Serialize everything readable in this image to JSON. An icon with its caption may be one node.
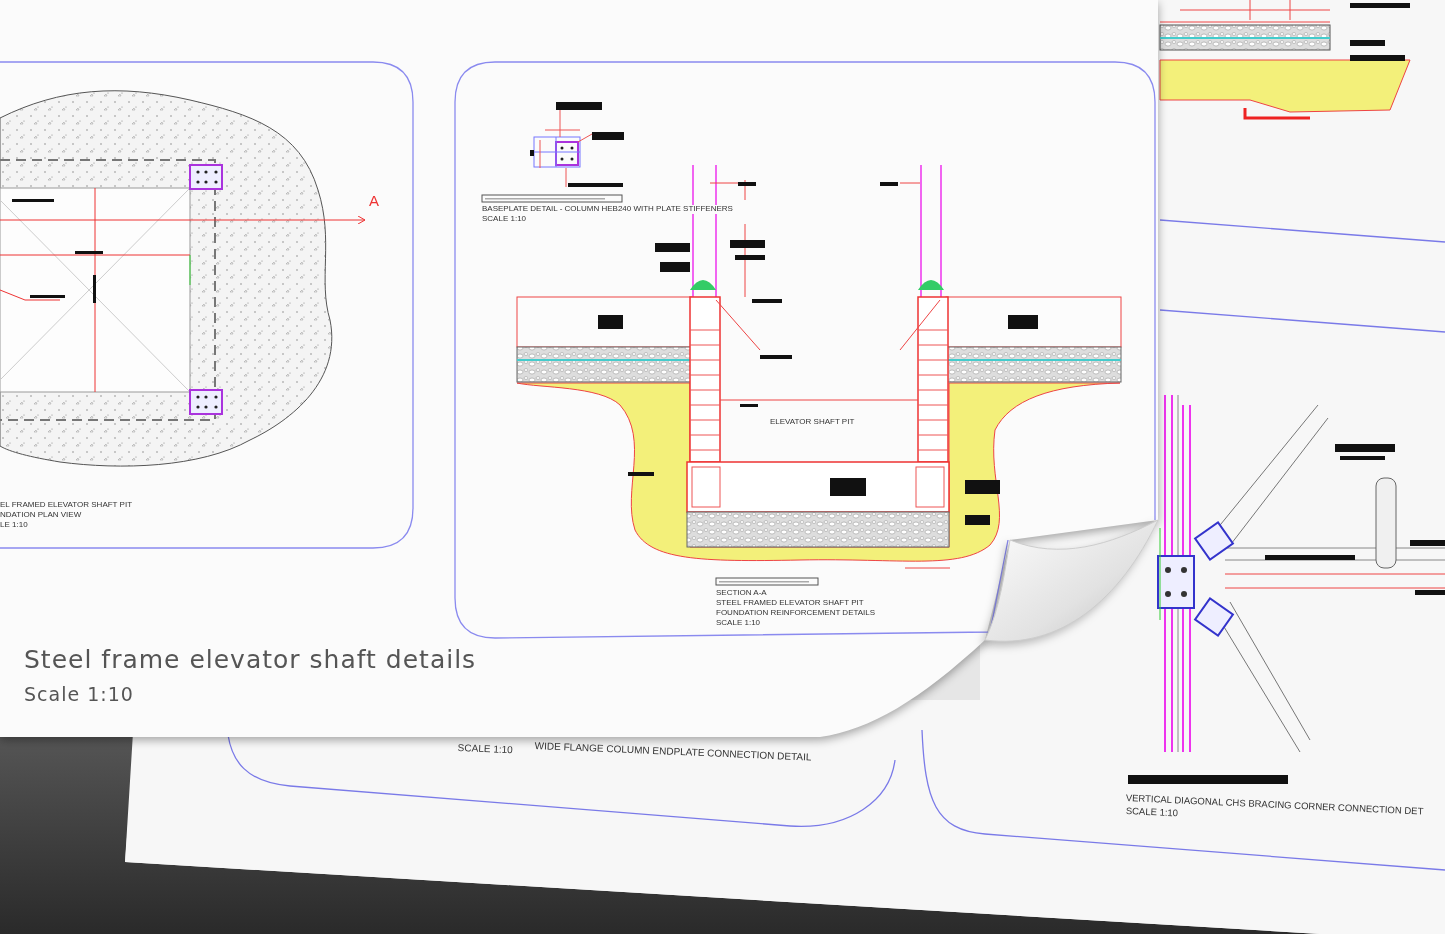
{
  "diagram": {
    "title": "Steel frame elevator shaft details",
    "caption": "Scale 1:10",
    "labels": [
      "A",
      "EL FRAMED ELEVATOR SHAFT PIT",
      "NDATION PLAN VIEW",
      "LE 1:10",
      "BASEPLATE DETAIL - COLUMN HEB240 WITH PLATE STIFFENERS",
      "SCALE 1:10",
      "ELEVATOR SHAFT PIT",
      "SECTION A-A",
      "STEEL FRAMED ELEVATOR SHAFT PIT",
      "FOUNDATION REINFORCEMENT DETAILS",
      "SCALE 1:10",
      "WIDE FLANGE COLUMN ENDPLATE CONNECTION DETAIL",
      "SCALE 1:10",
      "VERTICAL DIAGONAL CHS BRACING CORNER CONNECTION DET",
      "SCALE 1:10"
    ]
  }
}
